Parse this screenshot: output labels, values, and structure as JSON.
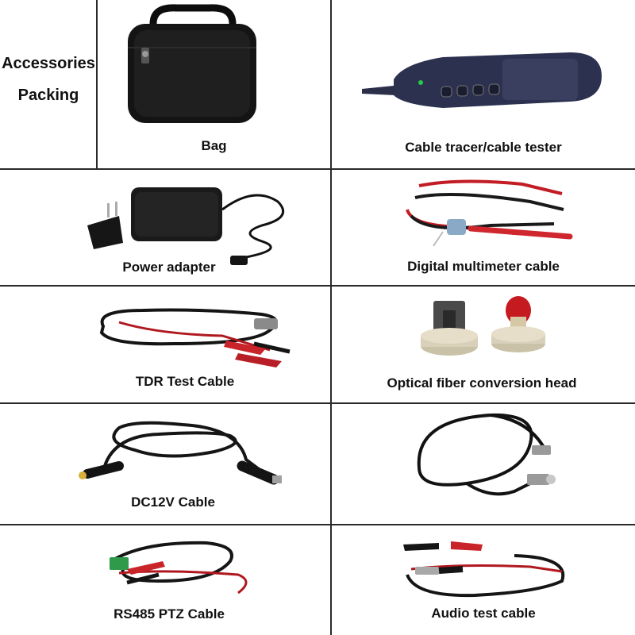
{
  "header": {
    "line1": "Accessories",
    "line2": "Packing"
  },
  "items": [
    {
      "label": "Bag",
      "icon": "bag-icon"
    },
    {
      "label": "Cable tracer/cable tester",
      "icon": "cable-tracer-icon"
    },
    {
      "label": "Power adapter",
      "icon": "power-adapter-icon"
    },
    {
      "label": "Digital multimeter cable",
      "icon": "multimeter-cable-icon"
    },
    {
      "label": "TDR Test Cable",
      "icon": "tdr-cable-icon"
    },
    {
      "label": "Optical fiber conversion head",
      "icon": "fiber-head-icon"
    },
    {
      "label": "DC12V Cable",
      "icon": "dc12v-cable-icon"
    },
    {
      "label": "",
      "icon": "bnc-cable-icon"
    },
    {
      "label": "RS485 PTZ Cable",
      "icon": "rs485-cable-icon"
    },
    {
      "label": "Audio test cable",
      "icon": "audio-cable-icon"
    }
  ]
}
